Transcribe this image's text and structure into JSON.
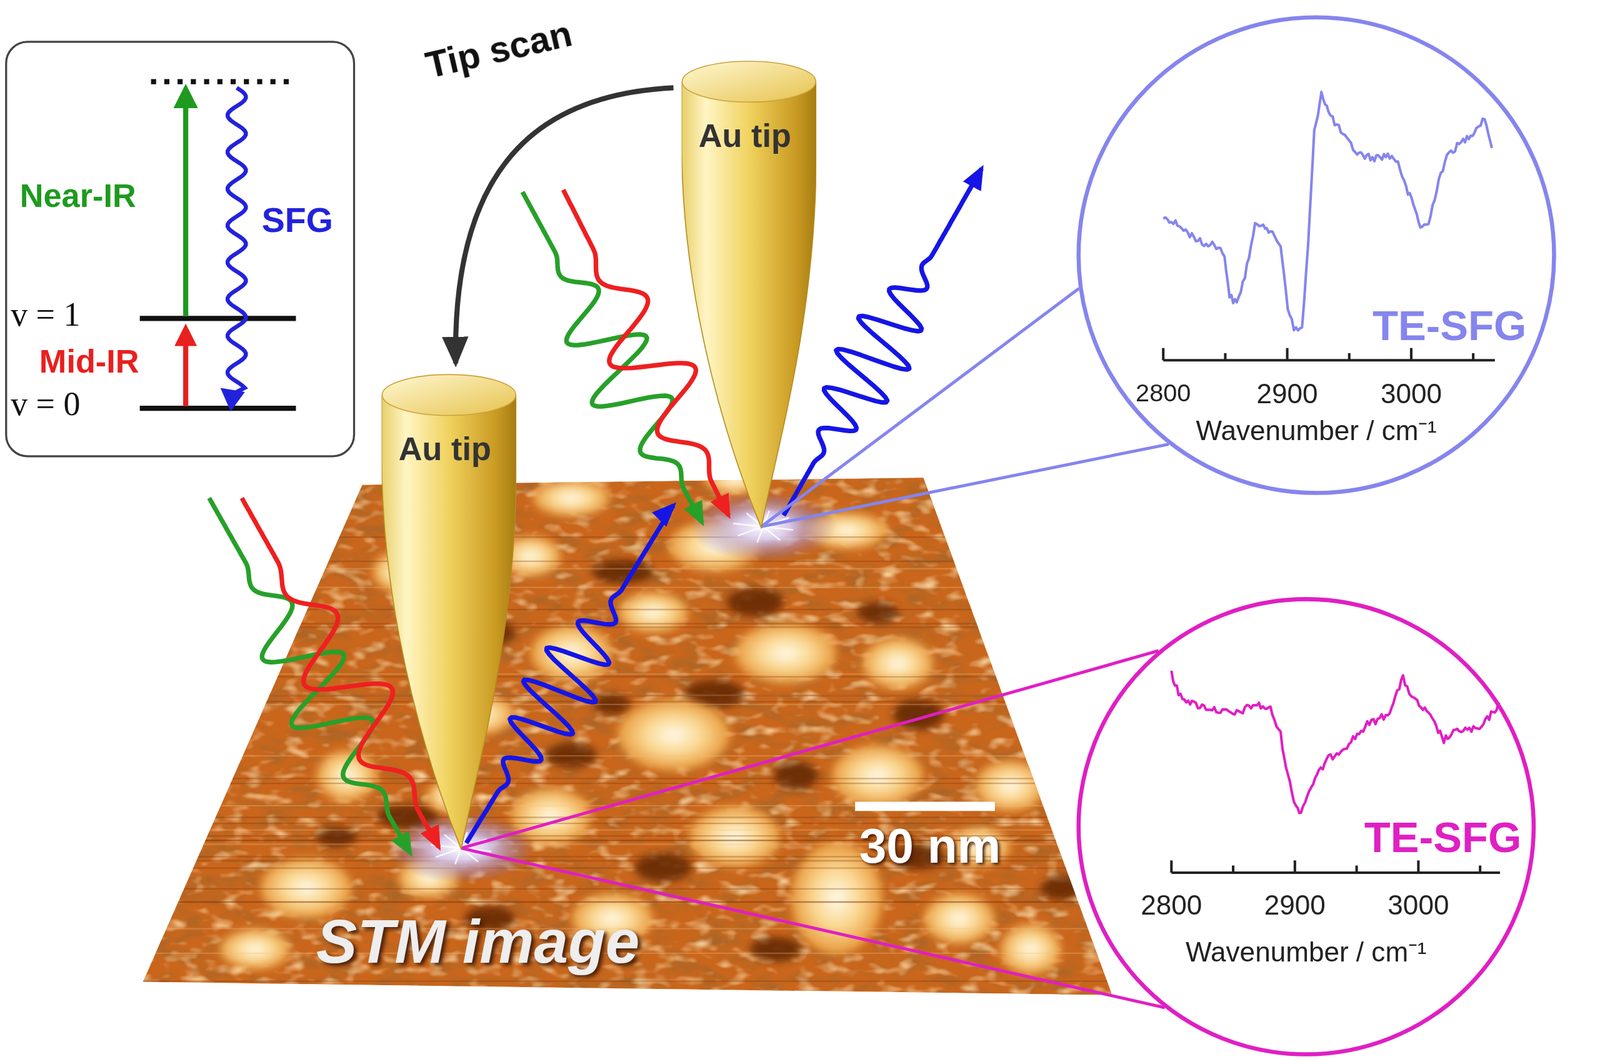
{
  "diagram": {
    "nodes": [
      {
        "text": [
          "Near-IR",
          "SFG",
          "Mid-IR",
          "v = 1",
          "v = 0"
        ]
      },
      {
        "text": [
          "Au tip"
        ]
      },
      {
        "text": [
          "TE-SFG",
          "2800",
          "2900",
          "3000",
          "Wavenumber / cm⁻¹"
        ]
      },
      {
        "text": [
          "Au tip"
        ]
      },
      {
        "text": [
          "TE-SFG",
          "2800",
          "2900",
          "3000",
          "Wavenumber / cm⁻¹"
        ]
      }
    ],
    "edges": [
      {
        "from": 1,
        "to": 3,
        "arrow": "to",
        "label": "Tip scan"
      },
      {
        "from": 1,
        "to": 2,
        "arrow": "none"
      },
      {
        "from": 1,
        "to": 2,
        "arrow": "none"
      },
      {
        "from": 3,
        "to": 4,
        "arrow": "none"
      },
      {
        "from": 3,
        "to": 4,
        "arrow": "none"
      }
    ],
    "labels": [
      "30 nm",
      "STM image"
    ]
  }
}
